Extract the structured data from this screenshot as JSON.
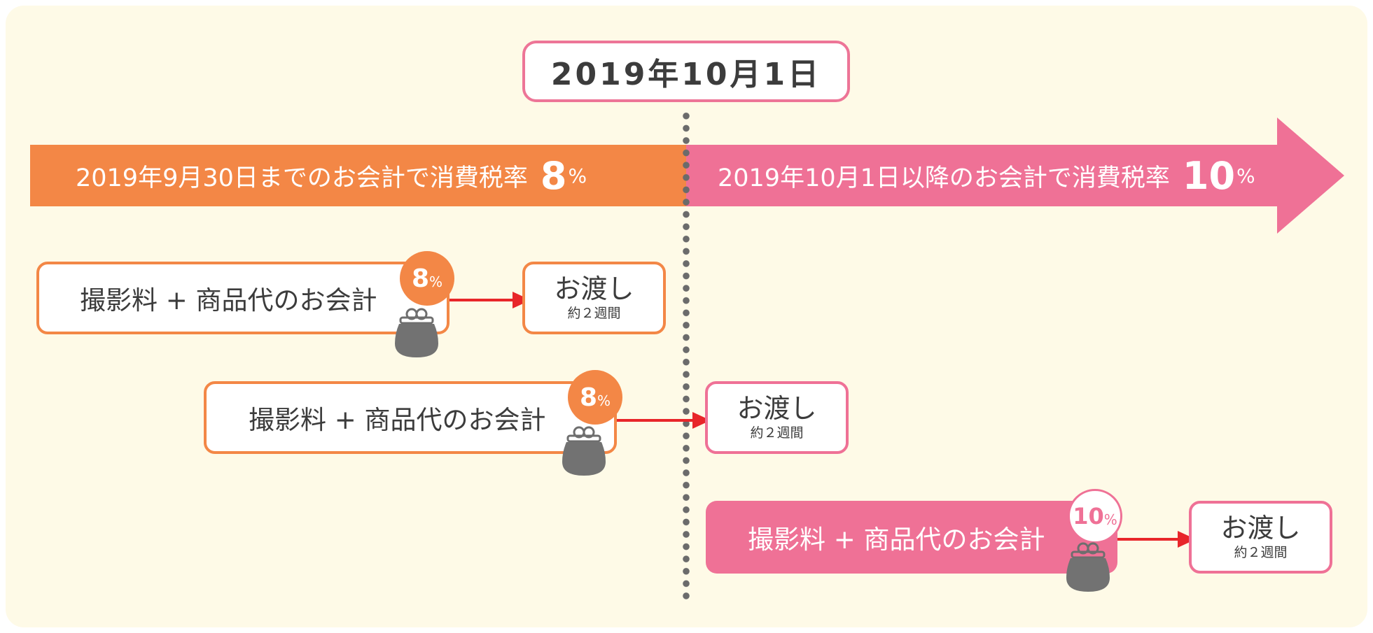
{
  "date_label": "2019年10月1日",
  "timeline": {
    "before": {
      "text": "2019年9月30日までのお会計で消費税率",
      "rate": "8",
      "unit": "%",
      "color": "#f38746"
    },
    "after": {
      "text": "2019年10月1日以降のお会計で消費税率",
      "rate": "10",
      "unit": "%",
      "color": "#ef7196"
    }
  },
  "rows": [
    {
      "payment": "撮影料 + 商品代のお会計",
      "rate": "8",
      "unit": "%",
      "handover": "お渡し",
      "duration": "約２週間"
    },
    {
      "payment": "撮影料 + 商品代のお会計",
      "rate": "8",
      "unit": "%",
      "handover": "お渡し",
      "duration": "約２週間"
    },
    {
      "payment": "撮影料 + 商品代のお会計",
      "rate": "10",
      "unit": "%",
      "handover": "お渡し",
      "duration": "約２週間"
    }
  ],
  "icons": {
    "wallet": "coin-purse-icon",
    "arrow": "right-arrow-icon"
  },
  "colors": {
    "background": "#fefae7",
    "orange": "#f38746",
    "pink": "#ef7196",
    "arrow": "#e8262a",
    "divider": "#6b6b6b"
  }
}
